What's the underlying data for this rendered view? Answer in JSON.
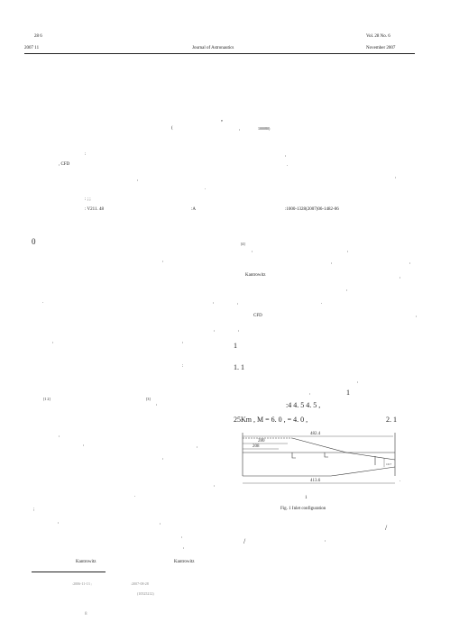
{
  "header": {
    "left_line1": "28      6",
    "left_line2": "2007    11",
    "center_journal": "Journal of Astronautics",
    "right_line1": "Vol. 28     No. 6",
    "right_line2": "November   2007"
  },
  "title_block": {
    "comma": ",",
    "affiliation_paren": "(",
    "affiliation_comma": ",",
    "postcode": "100080)"
  },
  "abstract_block": {
    "colon": ":",
    "comma_right": ",",
    "cfd": ",   CFD",
    "period_right": ".",
    "comma_far_right": ",",
    "comma_mid": ",",
    "period_mid": ".",
    "keywords_marks": ":       ;       ;",
    "classification": ": V211. 48",
    "doc_code": ":A",
    "article_id": ":1000-1328(2007)06-1482-06"
  },
  "left_column": {
    "section_zero": "0",
    "comma_1": ",",
    "comma_2": ",",
    "period_1": ".",
    "comma_3": ",",
    "comma_4": ",",
    "comma_5": ",",
    "colon_1": ":",
    "ref_1_2": "[1 2]",
    "ref_3": "[3]",
    "ref_3_comma": ",",
    "comma_6": ",",
    "comma_7": ",",
    "comma_8": ",",
    "comma_9": ",",
    "comma_10": ",",
    "period_2": ".",
    "semicolon": ";",
    "comma_11": ",",
    "comma_12": ",",
    "comma_13": ",",
    "comma_14": ",",
    "kantrowitz_left": "Kantrowitz",
    "kantrowitz_right": "Kantrowitz"
  },
  "footnote": {
    "received": ":2006-11-13 ;",
    "revised": ":2007-08-28",
    "fund": "(10525212)",
    "page_mark": "8"
  },
  "right_column": {
    "ref_4": "[4]",
    "ref_4_comma": ",",
    "comma_a": ",",
    "comma_b": ",",
    "comma_c": ",",
    "kantrowitz": "Kantrowitz",
    "comma_d": ",",
    "comma_e": ",",
    "comma_f": ",",
    "period_a": ".",
    "comma_g": ",",
    "cfd": "CFD",
    "comma_h": ",",
    "section_1": "1",
    "section_1_1": "1. 1",
    "comma_i": ",",
    "comma_j": ",",
    "one_mark": "1",
    "angles": ":4   4. 5   4. 5  ,",
    "conditions": "25Km , M     = 6. 0 ,          = 4. 0  ,",
    "ref_2_1": "2. 1",
    "period_b": ".",
    "fig_number": "1",
    "fig_caption": "Fig. 1     Inlet  configuration",
    "slash_1": "/",
    "slash_2": "/",
    "comma_k": ","
  },
  "figure": {
    "dim_total": "482.4",
    "dim_280": "280",
    "dim_208": "208",
    "dim_bottom": "413.6",
    "dim_side": "10.7"
  }
}
